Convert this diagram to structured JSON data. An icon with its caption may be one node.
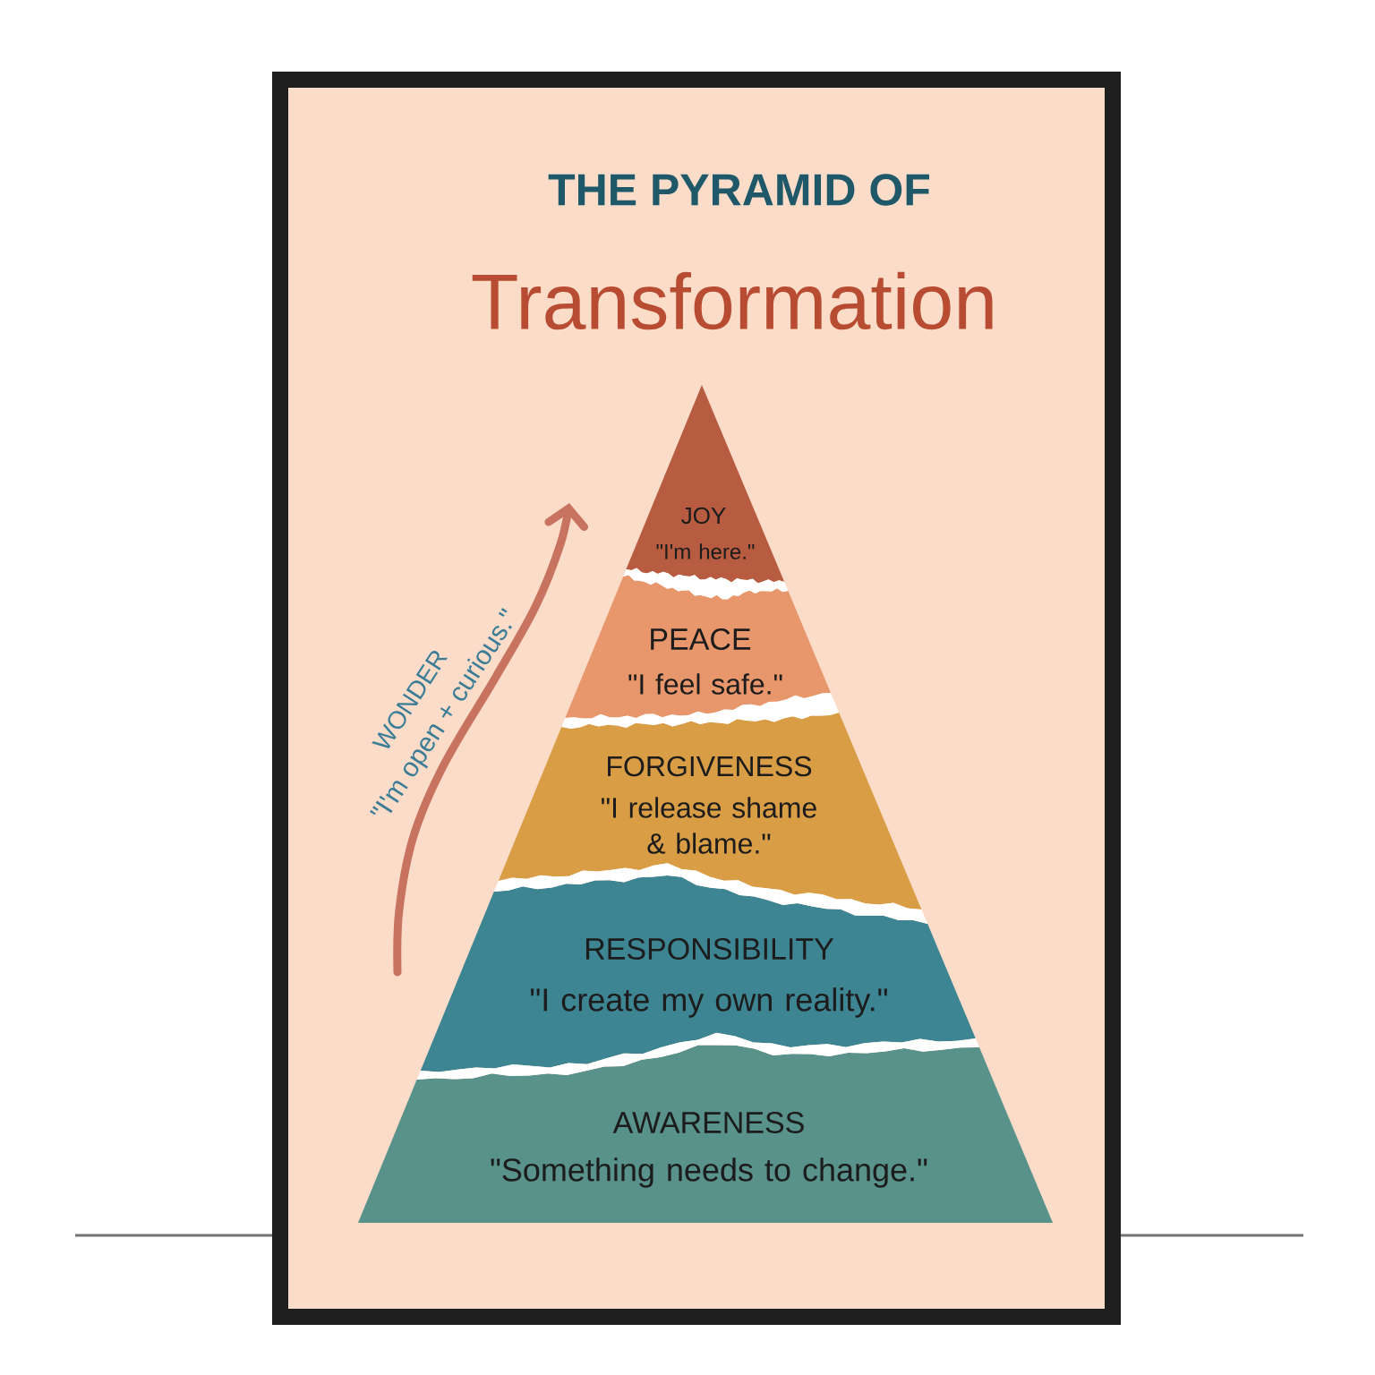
{
  "diagram": {
    "title": "THE PYRAMID OF",
    "nodes": [
      {
        "text": [
          "JOY",
          "\"I'm here.\""
        ]
      },
      {
        "text": [
          "PEACE",
          "\"I feel safe.\""
        ]
      },
      {
        "text": [
          "FORGIVENESS",
          "\"I release shame & blame.\""
        ]
      },
      {
        "text": [
          "RESPONSIBILITY",
          "\"I create my own reality.\""
        ]
      },
      {
        "text": [
          "AWARENESS",
          "\"Something needs to change.\""
        ]
      }
    ],
    "labels": [
      "Transformation",
      "WONDER",
      "\"I'm open + curious.\""
    ]
  }
}
